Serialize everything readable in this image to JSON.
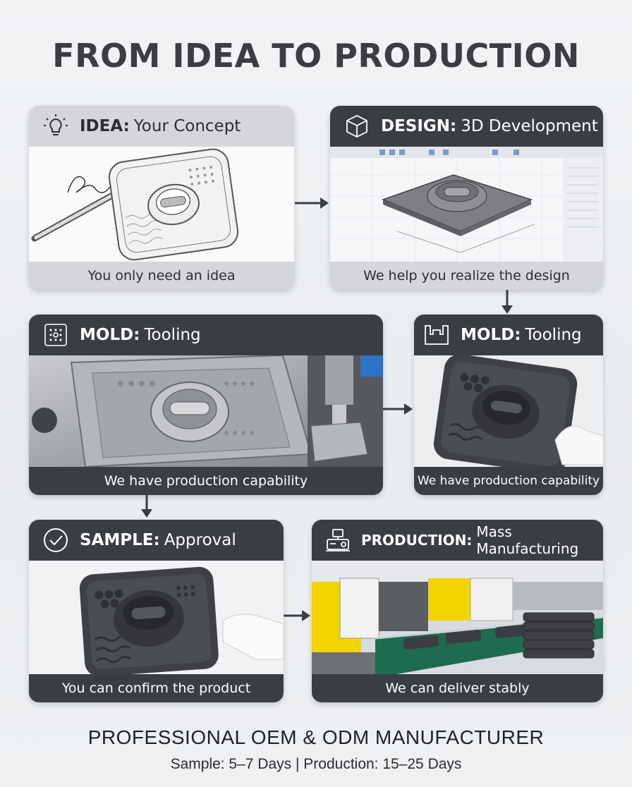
{
  "header": {
    "title": "FROM IDEA TO PRODUCTION"
  },
  "steps": [
    {
      "bold": "IDEA:",
      "rest": "Your Concept",
      "caption": "You only need an idea",
      "icon": "lightbulb-icon"
    },
    {
      "bold": "DESIGN:",
      "rest": "3D Development",
      "caption": "We help you realize the design",
      "icon": "cube-icon"
    },
    {
      "bold": "MOLD:",
      "rest": "Tooling",
      "caption": "We have production capability",
      "icon": "mold-grid-icon"
    },
    {
      "bold": "MOLD:",
      "rest": "Tooling",
      "caption": "We have production capability",
      "icon": "mold-profile-icon"
    },
    {
      "bold": "SAMPLE:",
      "rest": "Approval",
      "caption": "You can confirm the product",
      "icon": "checkmark-circle-icon"
    },
    {
      "bold": "PRODUCTION:",
      "rest": "Mass Manufacturing",
      "caption": "We can deliver stably",
      "icon": "machine-icon"
    }
  ],
  "footer": {
    "title": "PROFESSIONAL OEM & ODM MANUFACTURER",
    "subtitle": "Sample: 5–7 Days | Production: 15–25 Days"
  },
  "colors": {
    "dark": "#3a3d41",
    "light": "#d4d6d9",
    "mat": "#3e4044"
  }
}
